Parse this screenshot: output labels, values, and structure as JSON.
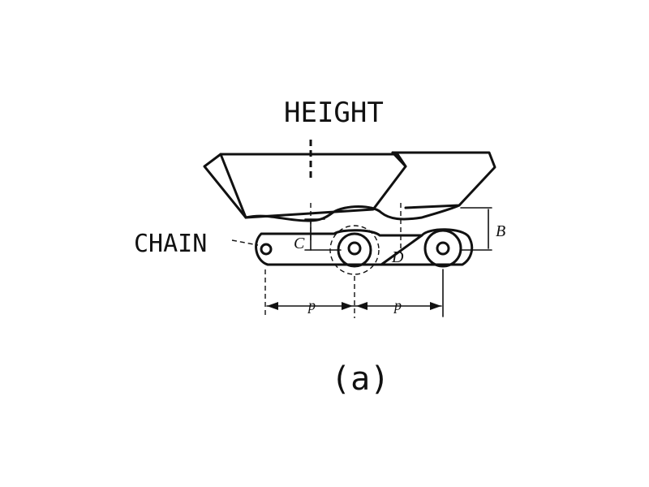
{
  "labels": {
    "height": "HEIGHT",
    "chain": "CHAIN",
    "b": "B",
    "c": "C",
    "d": "D",
    "pitch_left": "p",
    "pitch_right": "p",
    "caption": "(a)"
  }
}
